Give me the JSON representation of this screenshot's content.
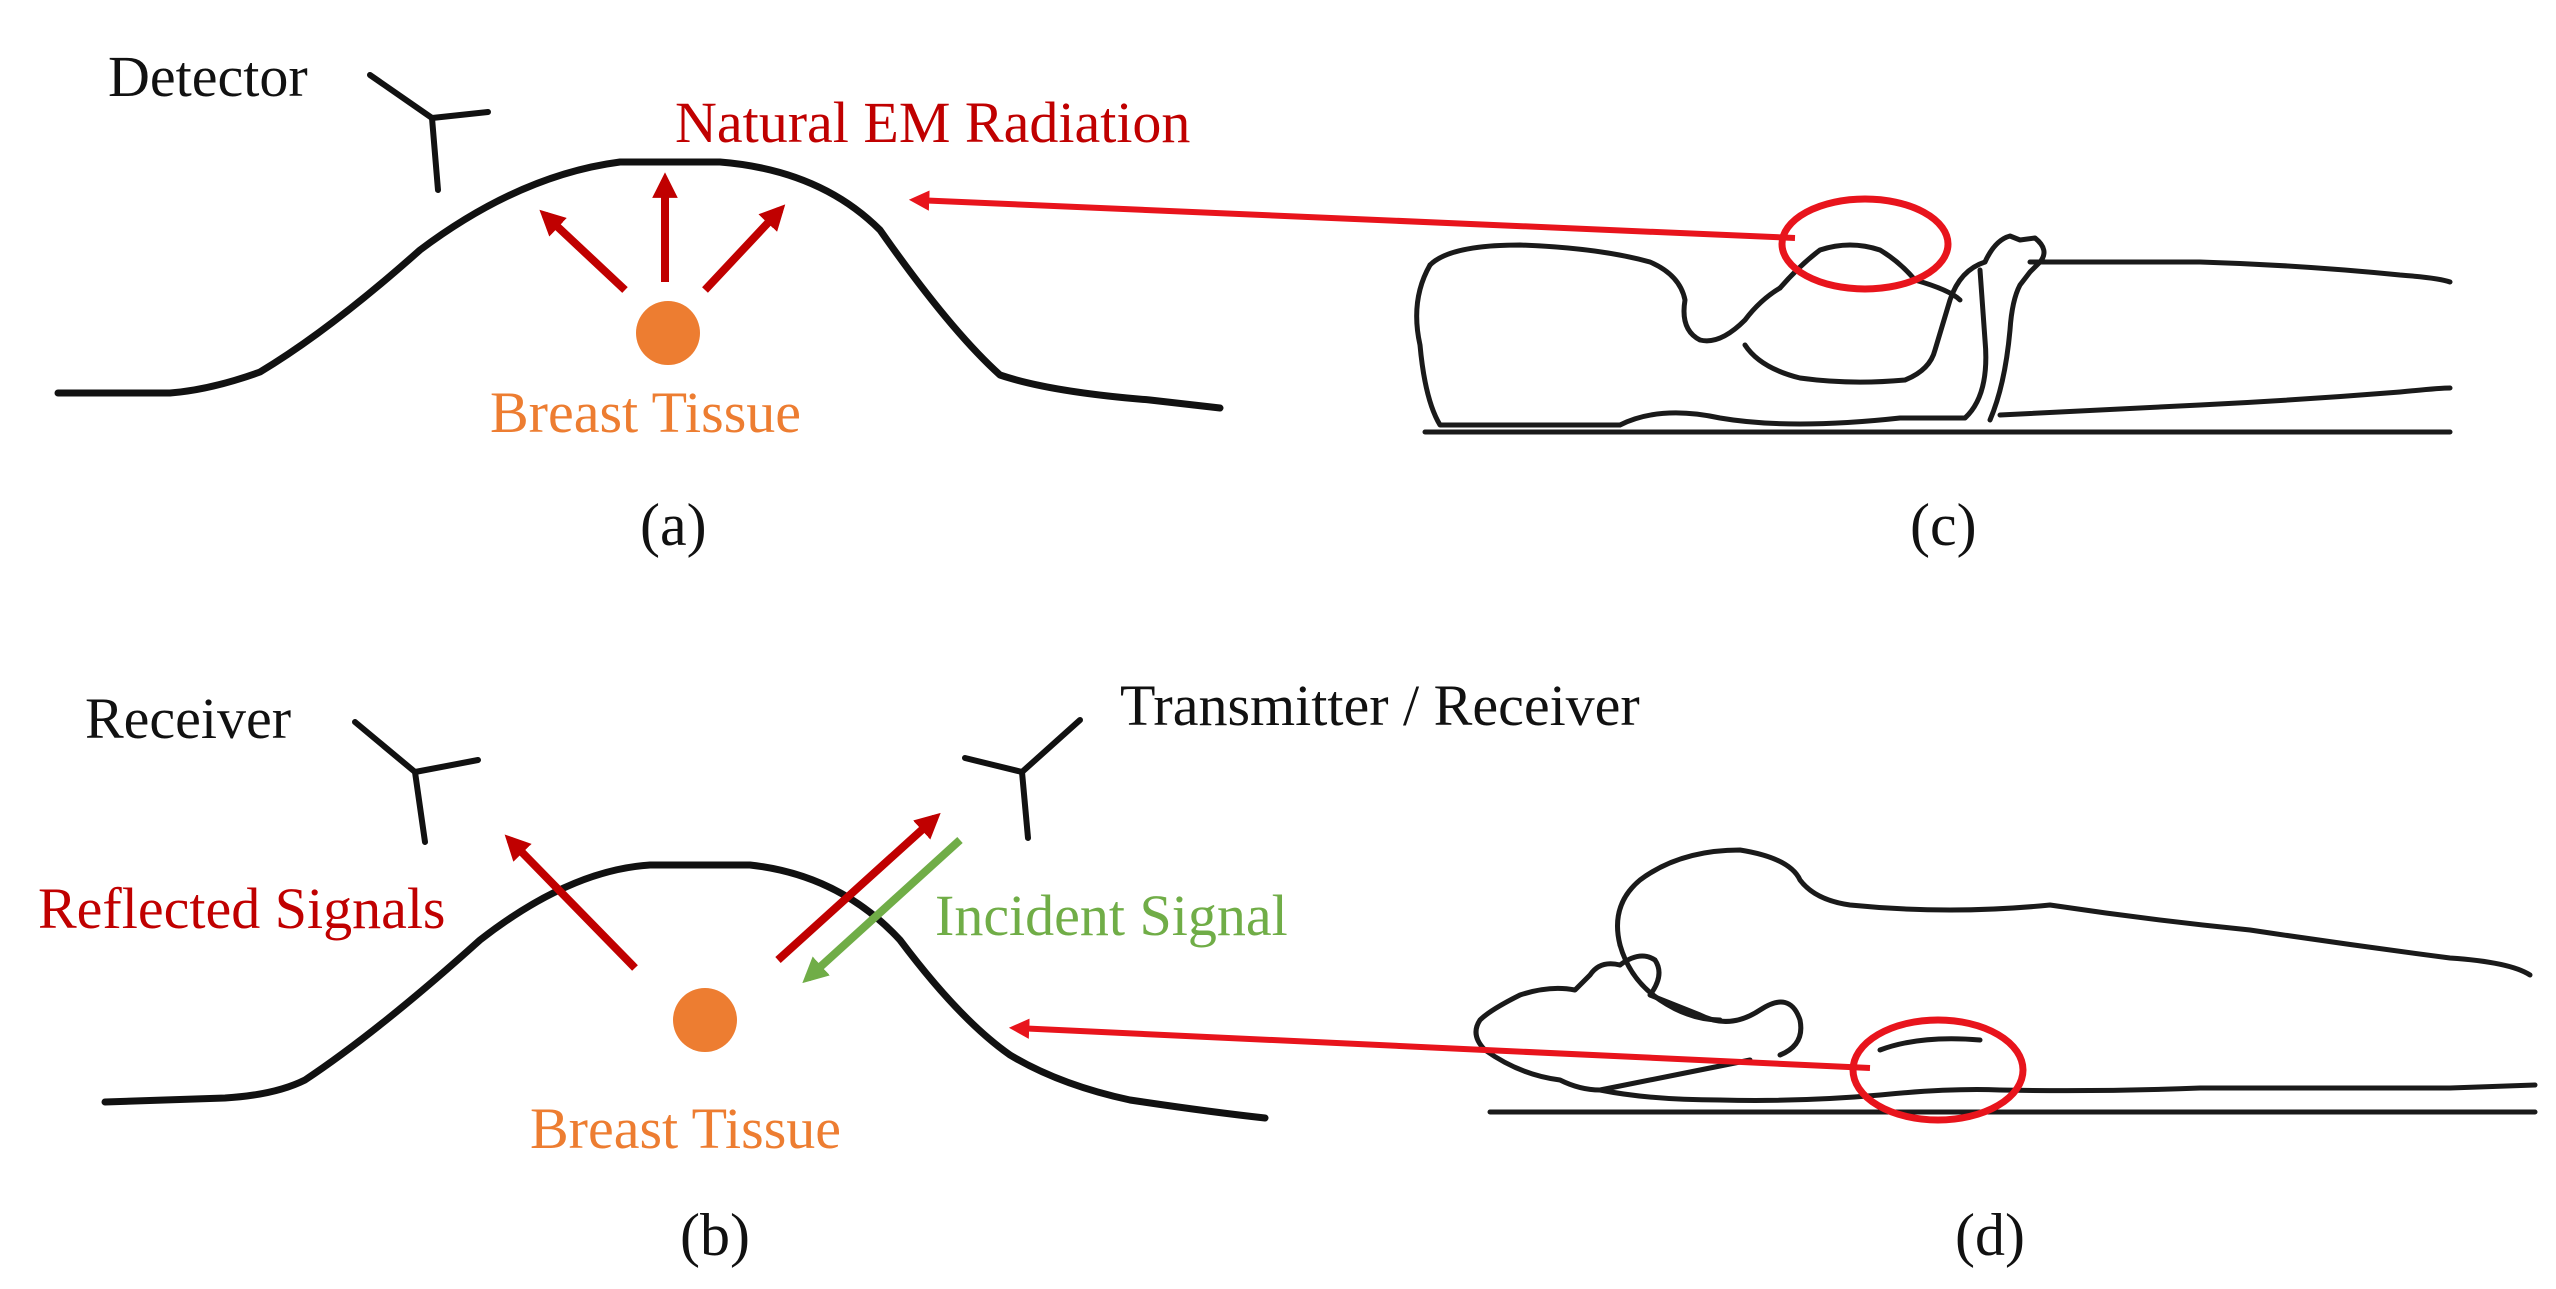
{
  "colors": {
    "ink": "#111111",
    "radiation": "#c00000",
    "tissue": "#ed7d31",
    "incident": "#70ad47",
    "highlight": "#e8141c"
  },
  "panel_a": {
    "detector_label": "Detector",
    "radiation_label": "Natural EM Radiation",
    "tissue_label": "Breast Tissue",
    "caption": "(a)"
  },
  "panel_b": {
    "receiver_label": "Receiver",
    "transceiver_label": "Transmitter / Receiver",
    "reflected_label": "Reflected Signals",
    "incident_label": "Incident Signal",
    "tissue_label": "Breast Tissue",
    "caption": "(b)"
  },
  "panel_c": {
    "caption": "(c)"
  },
  "panel_d": {
    "caption": "(d)"
  },
  "icons": [
    "antenna-icon",
    "arrow-icon",
    "highlight-ellipse"
  ]
}
